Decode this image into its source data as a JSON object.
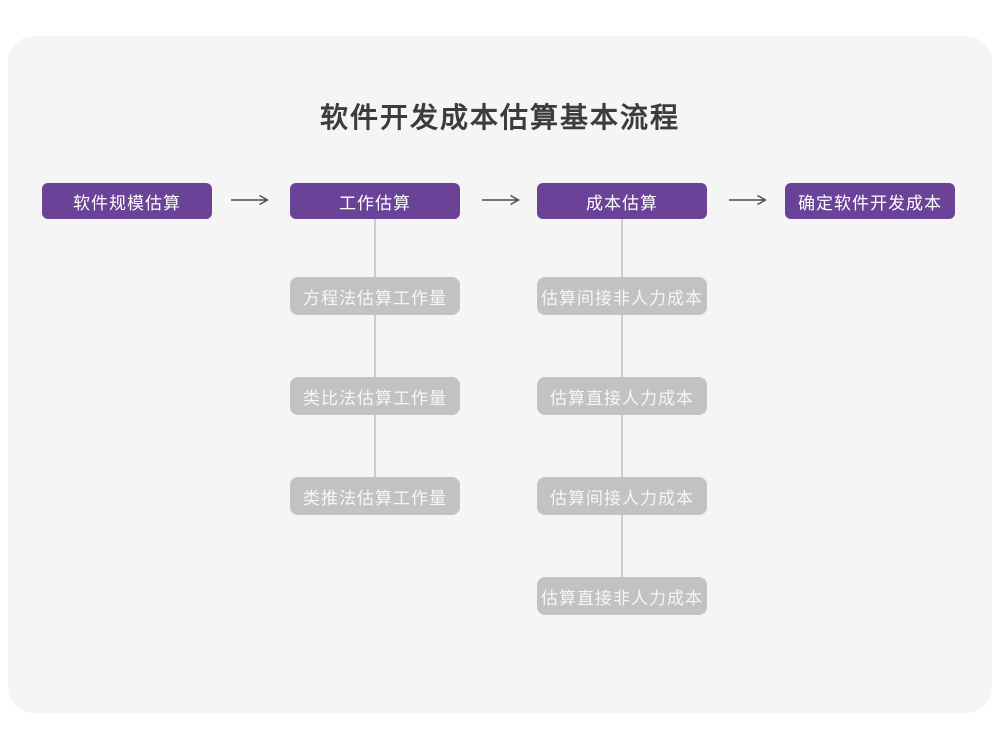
{
  "title": "软件开发成本估算基本流程",
  "colors": {
    "page_bg": "#ffffff",
    "card_bg": "#f5f5f6",
    "purple": "#6a4297",
    "gray_box": "#c2c2c2",
    "gray_box_text": "#f6f6f6",
    "line": "#cbcbcb",
    "arrow": "#4d4d4d",
    "title_color": "#3c3c3c"
  },
  "flow": {
    "main_steps": [
      {
        "label": "软件规模估算"
      },
      {
        "label": "工作估算"
      },
      {
        "label": "成本估算"
      },
      {
        "label": "确定软件开发成本"
      }
    ],
    "work_estimation_methods": [
      "方程法估算工作量",
      "类比法估算工作量",
      "类推法估算工作量"
    ],
    "cost_estimation_steps": [
      "估算间接非人力成本",
      "估算直接人力成本",
      "估算间接人力成本",
      "估算直接非人力成本"
    ]
  }
}
